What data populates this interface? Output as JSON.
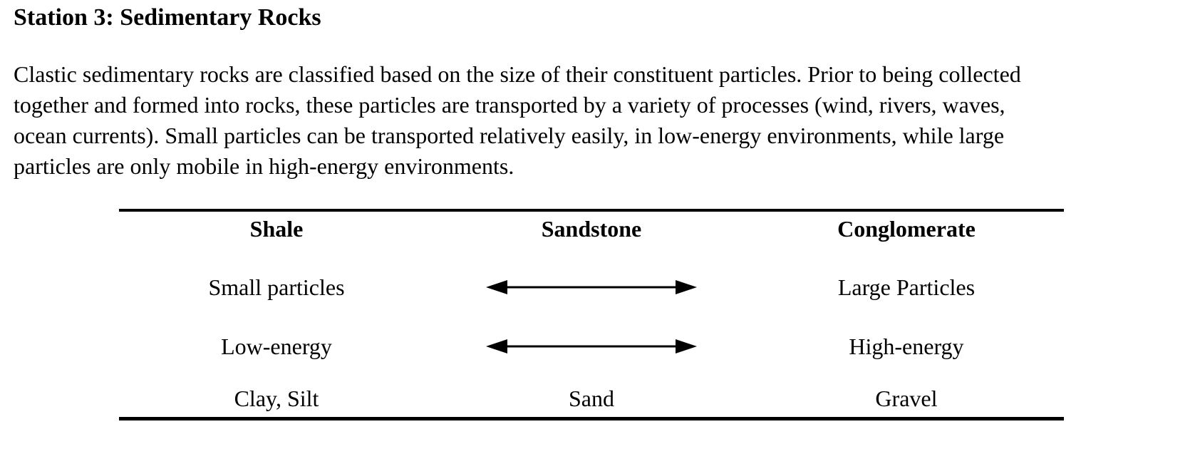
{
  "document": {
    "title": "Station 3: Sedimentary Rocks",
    "paragraph_lines": [
      "Clastic sedimentary rocks are classified based on the size of their constituent particles. Prior to being collected",
      "together and formed into rocks, these particles are transported by a variety of processes (wind, rivers, waves,",
      "ocean currents). Small particles can be transported relatively easily, in low-energy environments, while large",
      "particles are only mobile in high-energy environments."
    ]
  },
  "table": {
    "headers": [
      "Shale",
      "Sandstone",
      "Conglomerate"
    ],
    "rows": [
      {
        "left": "Small particles",
        "center_icon": "double-arrow-icon",
        "right": "Large Particles"
      },
      {
        "left": "Low-energy",
        "center_icon": "double-arrow-icon",
        "right": "High-energy"
      },
      {
        "left": "Clay, Silt",
        "center": "Sand",
        "right": "Gravel"
      }
    ]
  },
  "colors": {
    "text": "#000000",
    "background": "#ffffff",
    "rule": "#000000"
  }
}
